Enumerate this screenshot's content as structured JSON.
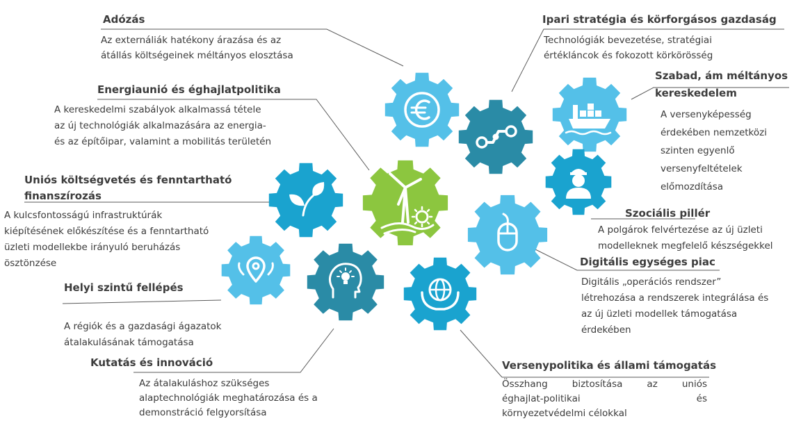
{
  "colors": {
    "blue": "#54c0e8",
    "dark_blue": "#1aa3cf",
    "teal": "#2a8ba6",
    "green": "#8cc63f",
    "icon": "#ffffff",
    "line": "#5a5a5a"
  },
  "icons": {
    "center": "wind-turbine-icon",
    "adozas": "euro-icon",
    "ipari": "value-chain-icon",
    "szabad": "cargo-ship-icon",
    "szocialis": "worker-icon",
    "digitalis": "mouse-icon",
    "verseny": "globe-hands-icon",
    "kutatas": "head-lightbulb-icon",
    "helyi": "location-pins-icon",
    "unios": "leaf-icon"
  },
  "blocks": {
    "adozas": {
      "title": "Adózás",
      "text": "Az externáliák hatékony árazása és az\nátállás költségeinek méltányos elosztása"
    },
    "ipari": {
      "title": "Ipari stratégia és körforgásos gazdaság",
      "text": "Technológiák bevezetése, stratégiai\nértékláncok és fokozott körkörösség"
    },
    "szabad": {
      "title_line1": "Szabad, ám méltányos",
      "title_line2": "kereskedelem",
      "text": "A versenyképesség\nérdekében nemzetközi\nszinten egyenlő\nversenyfeltételek\nelőmozdítása"
    },
    "energia": {
      "title": "Energiaunió és éghajlatpolitika",
      "text": "A kereskedelmi szabályok alkalmassá tétele\naz új technológiák alkalmazására az energia-\nés az építőipar, valamint a mobilitás területén"
    },
    "unios": {
      "title_line1": "Uniós költségvetés és fenntartható",
      "title_line2": "finanszírozás",
      "text": "A kulcsfontosságú infrastruktúrák\nkiépítésének előkészítése és a fenntartható\nüzleti modellekbe irányuló beruházás\nösztönzése"
    },
    "szocialis": {
      "title": "Szociális pillér",
      "text": "A polgárok felvértezése az új üzleti\nmodelleknek megfelelő készségekkel"
    },
    "digitalis": {
      "title": "Digitális egységes piac",
      "text": "Digitális „operációs rendszer”\nlétrehozása a rendszerek integrálása és\naz új üzleti modellek támogatása\nérdekében"
    },
    "helyi": {
      "title": "Helyi szintű fellépés",
      "text": "A régiók és a gazdasági ágazatok\nátalakulásának támogatása"
    },
    "kutatas": {
      "title": "Kutatás és innováció",
      "text": "Az átalakuláshoz szükséges\nalaptechnológiák meghatározása és a\ndemonstráció felgyorsítása"
    },
    "verseny": {
      "title": "Versenypolitika és állami támogatás",
      "text_l1": "Összhang biztosítása az uniós",
      "text_l2": "éghajlat-politikai és",
      "text_l3": "környezetvédelmi célokkal"
    }
  }
}
